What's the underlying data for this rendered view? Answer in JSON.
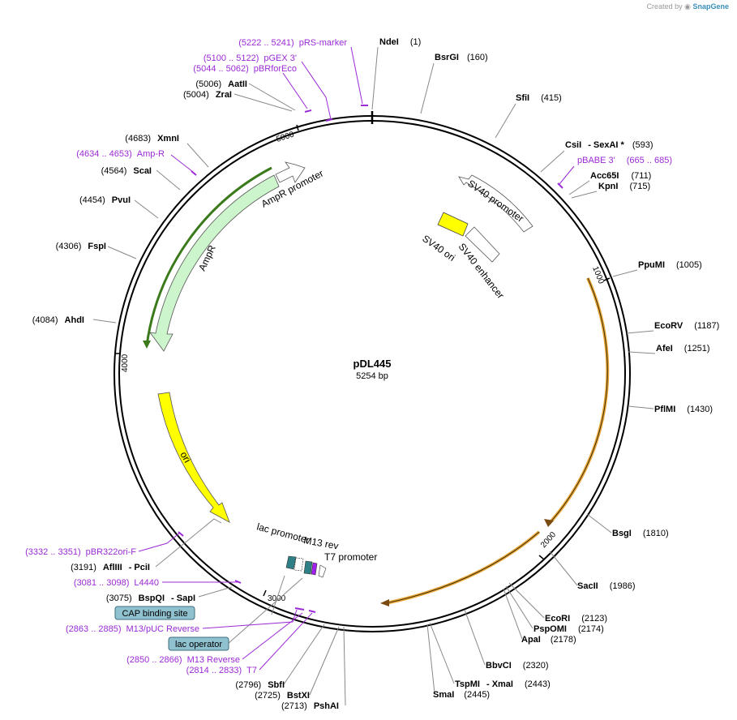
{
  "credit": {
    "created_by": "Created by",
    "brand": "SnapGene"
  },
  "plasmid": {
    "name": "pDL445",
    "length": "5254 bp"
  },
  "scale_ticks": [
    "1000",
    "2000",
    "3000",
    "4000",
    "5000"
  ],
  "sites": [
    {
      "name": "NdeI",
      "pos": "(1)"
    },
    {
      "name": "BsrGI",
      "pos": "(160)"
    },
    {
      "name": "SfiI",
      "pos": "(415)"
    },
    {
      "name": "CsiI",
      "extra": "- SexAI *",
      "pos": "(593)"
    },
    {
      "name": "Acc65I",
      "pos": "(711)"
    },
    {
      "name": "KpnI",
      "pos": "(715)"
    },
    {
      "name": "PpuMI",
      "pos": "(1005)"
    },
    {
      "name": "EcoRV",
      "pos": "(1187)"
    },
    {
      "name": "AfeI",
      "pos": "(1251)"
    },
    {
      "name": "PflMI",
      "pos": "(1430)"
    },
    {
      "name": "BsgI",
      "pos": "(1810)"
    },
    {
      "name": "SacII",
      "pos": "(1986)"
    },
    {
      "name": "EcoRI",
      "pos": "(2123)"
    },
    {
      "name": "PspOMI",
      "pos": "(2174)"
    },
    {
      "name": "ApaI",
      "pos": "(2178)"
    },
    {
      "name": "BbvCI",
      "pos": "(2320)"
    },
    {
      "name": "TspMI",
      "extra": "- XmaI",
      "pos": "(2443)"
    },
    {
      "name": "SmaI",
      "pos": "(2445)"
    },
    {
      "name": "PshAI",
      "pos": "(2713)"
    },
    {
      "name": "BstXI",
      "pos": "(2725)"
    },
    {
      "name": "SbfI",
      "pos": "(2796)"
    },
    {
      "name": "BspQI",
      "extra": "- SapI",
      "pos": "(3075)"
    },
    {
      "name": "AflIII",
      "extra": "- PciI",
      "pos": "(3191)"
    },
    {
      "name": "AhdI",
      "pos": "(4084)"
    },
    {
      "name": "FspI",
      "pos": "(4306)"
    },
    {
      "name": "PvuI",
      "pos": "(4454)"
    },
    {
      "name": "ScaI",
      "pos": "(4564)"
    },
    {
      "name": "XmnI",
      "pos": "(4683)"
    },
    {
      "name": "ZraI",
      "pos": "(5004)"
    },
    {
      "name": "AatII",
      "pos": "(5006)"
    }
  ],
  "primers": [
    {
      "range": "(5222 .. 5241)",
      "name": "pRS-marker"
    },
    {
      "range": "(5100 .. 5122)",
      "name": "pGEX 3'"
    },
    {
      "range": "(5044 .. 5062)",
      "name": "pBRforEco"
    },
    {
      "range": "(665 .. 685)",
      "name": "pBABE 3'"
    },
    {
      "range": "(4634 .. 4653)",
      "name": "Amp-R"
    },
    {
      "range": "(3332 .. 3351)",
      "name": "pBR322ori-F"
    },
    {
      "range": "(3081 .. 3098)",
      "name": "L4440"
    },
    {
      "range": "(2863 .. 2885)",
      "name": "M13/pUC Reverse"
    },
    {
      "range": "(2850 .. 2866)",
      "name": "M13 Reverse"
    },
    {
      "range": "(2814 .. 2833)",
      "name": "T7"
    }
  ],
  "features": {
    "sv40_promoter": "SV40 promoter",
    "sv40_ori": "SV40 ori",
    "sv40_enhancer": "SV40 enhancer",
    "ampr_promoter": "AmpR promoter",
    "ampr": "AmpR",
    "ori": "ori",
    "lac_promoter": "lac promoter",
    "m13_rev": "M13 rev",
    "t7_promoter": "T7 promoter",
    "cap_binding_site": "CAP binding site",
    "lac_operator": "lac operator"
  },
  "colors": {
    "backbone": "#000000",
    "primer": "#9b2bd6",
    "ampr_fill": "#ccf5cc",
    "ampr_highlight": "#3a7a1a",
    "ori_fill": "#ffff00",
    "orange_highlight": "#e8a838",
    "boxed_label": "#8fc1cf",
    "teal_feature": "#2e7f86"
  }
}
